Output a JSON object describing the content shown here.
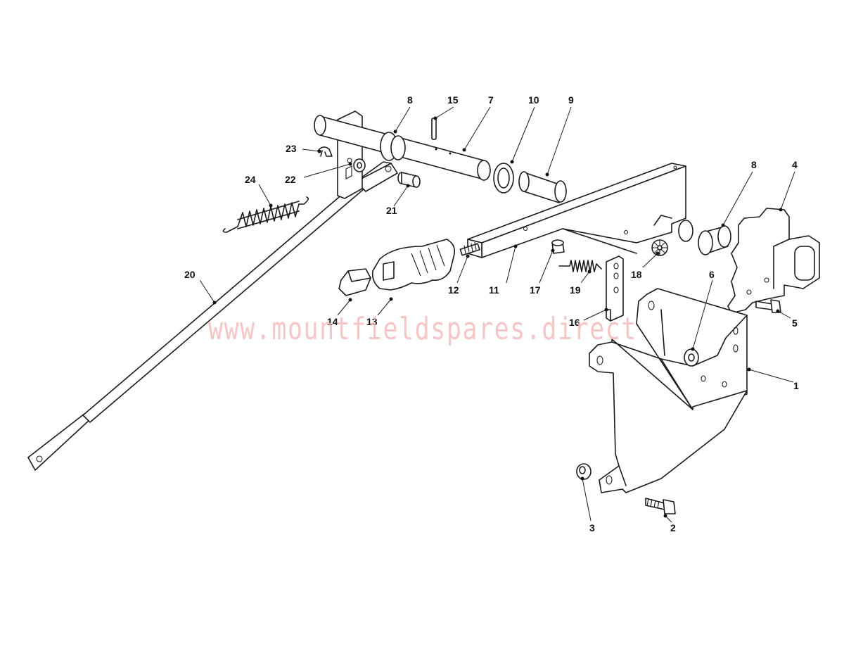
{
  "watermark": "www.mountfieldspares.direct",
  "colors": {
    "line": "#1a1a1a",
    "watermark": "#f2b4b4",
    "background": "#ffffff"
  },
  "callouts": {
    "c1": "1",
    "c2": "2",
    "c3": "3",
    "c4": "4",
    "c5": "5",
    "c6": "6",
    "c7": "7",
    "c8a": "8",
    "c8b": "8",
    "c9": "9",
    "c10": "10",
    "c11": "11",
    "c12": "12",
    "c13": "13",
    "c14": "14",
    "c15": "15",
    "c16": "16",
    "c17": "17",
    "c18": "18",
    "c19": "19",
    "c20": "20",
    "c21": "21",
    "c22": "22",
    "c23": "23",
    "c24": "24"
  }
}
